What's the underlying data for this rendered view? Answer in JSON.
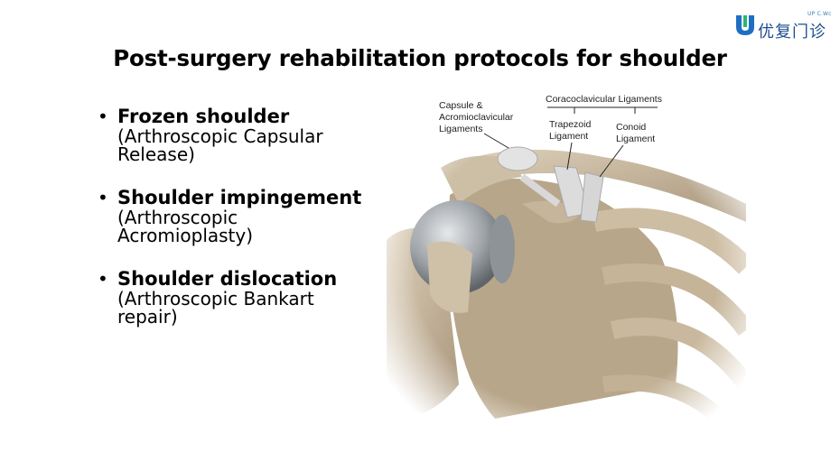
{
  "logo": {
    "subtext": "UP C.Wc",
    "text": "优复门诊"
  },
  "title": "Post-surgery rehabilitation protocols for shoulder",
  "bullets": [
    {
      "head": "Frozen shoulder",
      "sub_line1": "(Arthroscopic Capsular",
      "sub_line2": "Release)"
    },
    {
      "head": "Shoulder impingement",
      "sub_line1": "(Arthroscopic",
      "sub_line2": "Acromioplasty)"
    },
    {
      "head": "Shoulder dislocation",
      "sub_line1": "(Arthroscopic Bankart",
      "sub_line2": "repair)"
    }
  ],
  "figure": {
    "label_capsule_1": "Capsule &",
    "label_capsule_2": "Acromioclavicular",
    "label_capsule_3": "Ligaments",
    "label_coraco": "Coracoclavicular Ligaments",
    "label_trap_1": "Trapezoid",
    "label_trap_2": "Ligament",
    "label_conoid_1": "Conoid",
    "label_conoid_2": "Ligament"
  },
  "colors": {
    "logo_blue": "#1e6fc4",
    "logo_green": "#2bb673",
    "bone": "#c9b79c",
    "ligament": "#dcdcdc"
  }
}
